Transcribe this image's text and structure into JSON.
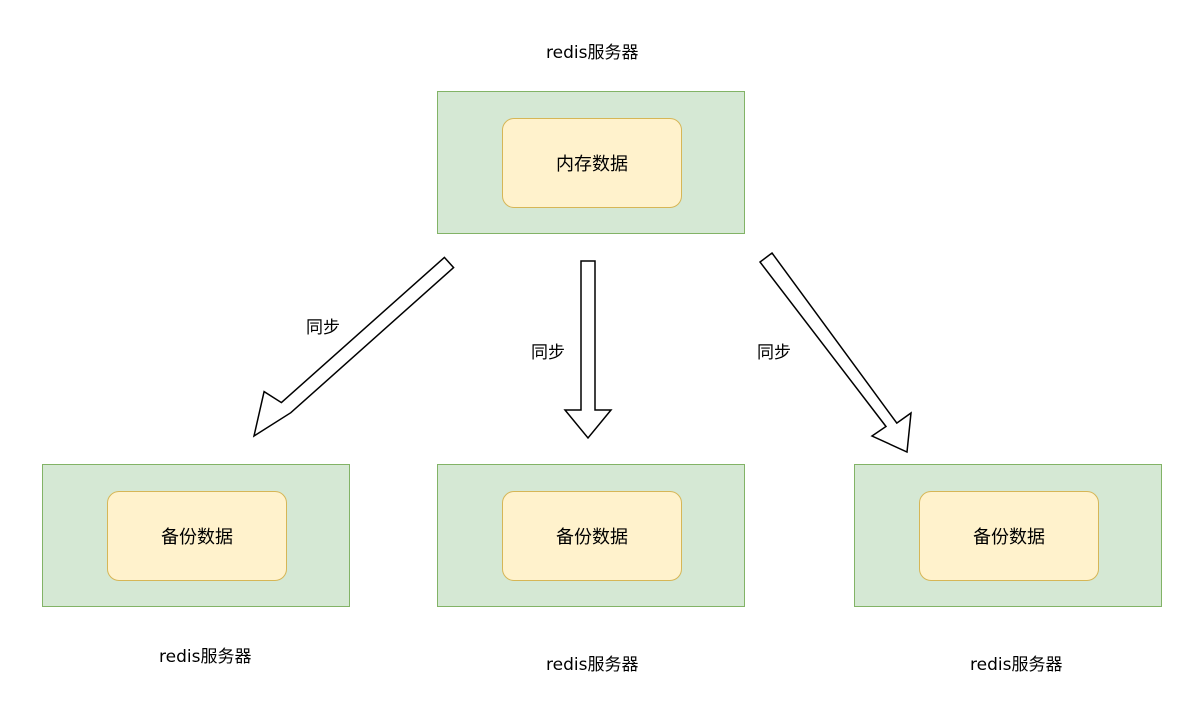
{
  "colors": {
    "server_fill": "#d5e8d4",
    "server_border": "#82b366",
    "data_fill": "#fff2cc",
    "data_border": "#d6b656",
    "arrow_stroke": "#000000",
    "arrow_fill": "#ffffff"
  },
  "master": {
    "caption": "redis服务器",
    "data_label": "内存数据"
  },
  "replicas": [
    {
      "caption": "redis服务器",
      "data_label": "备份数据"
    },
    {
      "caption": "redis服务器",
      "data_label": "备份数据"
    },
    {
      "caption": "redis服务器",
      "data_label": "备份数据"
    }
  ],
  "sync_arrows": [
    {
      "label": "同步"
    },
    {
      "label": "同步"
    },
    {
      "label": "同步"
    }
  ]
}
